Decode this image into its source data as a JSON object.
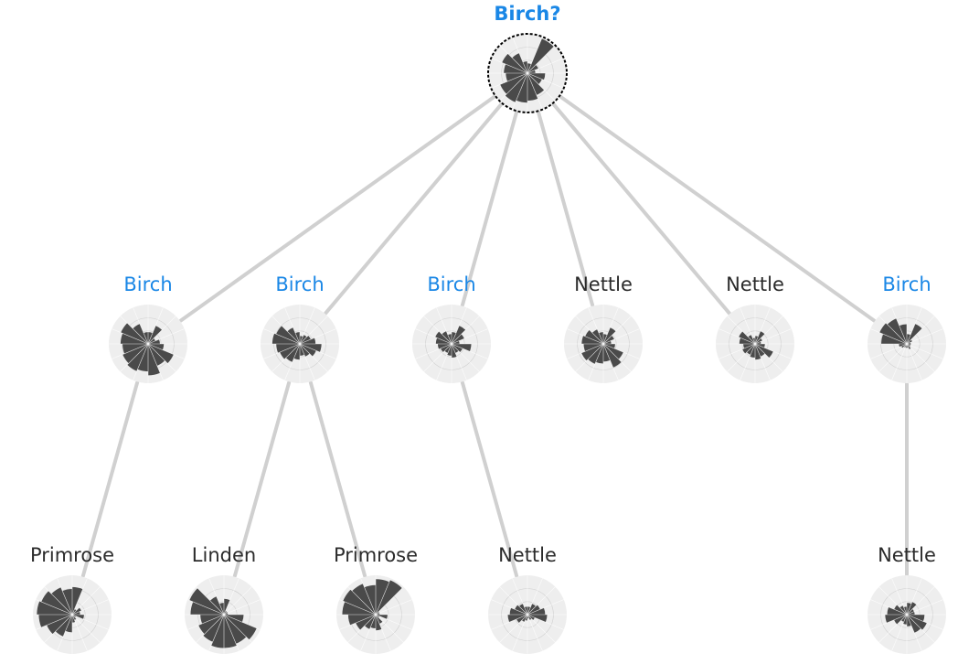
{
  "colors": {
    "edge": "#d0d0d0",
    "wedge": "#4a4a4a",
    "disc_bg": "#eeeeee",
    "spoke": "#ffffff",
    "ring": "#cfcfcf",
    "highlight_label": "#1a87e6",
    "default_label": "#2b2b2b",
    "selection_outline": "#000000"
  },
  "nodes": [
    {
      "id": "root",
      "label": "Birch?",
      "highlight": true,
      "selected": true,
      "wedges": [
        0.25,
        0.95,
        0.3,
        0.2,
        0.45,
        0.4,
        0.6,
        0.7,
        0.75,
        0.8,
        0.75,
        0.55,
        0.6,
        0.7,
        0.55,
        0.3
      ]
    },
    {
      "id": "l1-1",
      "label": "Birch",
      "highlight": true,
      "wedges": [
        0.3,
        0.5,
        0.2,
        0.3,
        0.4,
        0.7,
        0.6,
        0.8,
        0.7,
        0.75,
        0.7,
        0.65,
        0.7,
        0.75,
        0.55,
        0.3
      ]
    },
    {
      "id": "l1-2",
      "label": "Birch",
      "highlight": true,
      "wedges": [
        0.2,
        0.25,
        0.3,
        0.4,
        0.55,
        0.45,
        0.35,
        0.3,
        0.4,
        0.5,
        0.55,
        0.6,
        0.7,
        0.65,
        0.45,
        0.3
      ]
    },
    {
      "id": "l1-3",
      "label": "Birch",
      "highlight": true,
      "wedges": [
        0.3,
        0.5,
        0.35,
        0.2,
        0.5,
        0.3,
        0.25,
        0.35,
        0.3,
        0.25,
        0.3,
        0.35,
        0.4,
        0.45,
        0.35,
        0.25
      ]
    },
    {
      "id": "l1-4",
      "label": "Nettle",
      "highlight": false,
      "wedges": [
        0.25,
        0.45,
        0.3,
        0.2,
        0.3,
        0.55,
        0.65,
        0.45,
        0.5,
        0.55,
        0.6,
        0.5,
        0.55,
        0.5,
        0.4,
        0.3
      ]
    },
    {
      "id": "l1-5",
      "label": "Nettle",
      "highlight": false,
      "wedges": [
        0.2,
        0.35,
        0.2,
        0.15,
        0.25,
        0.5,
        0.35,
        0.4,
        0.35,
        0.3,
        0.35,
        0.3,
        0.4,
        0.45,
        0.25,
        0.15
      ]
    },
    {
      "id": "l1-6",
      "label": "Birch",
      "highlight": true,
      "wedges": [
        0.25,
        0.55,
        0.15,
        0.1,
        0.1,
        0.1,
        0.15,
        0.1,
        0.1,
        0.1,
        0.15,
        0.2,
        0.65,
        0.75,
        0.7,
        0.5
      ]
    },
    {
      "id": "l2-1",
      "label": "Primrose",
      "highlight": false,
      "wedges": [
        0.7,
        0.15,
        0.25,
        0.2,
        0.3,
        0.1,
        0.15,
        0.2,
        0.45,
        0.6,
        0.7,
        0.85,
        0.9,
        0.85,
        0.75,
        0.65
      ]
    },
    {
      "id": "l2-2",
      "label": "Linden",
      "highlight": false,
      "wedges": [
        0.4,
        0.1,
        0.1,
        0.1,
        0.5,
        0.9,
        0.8,
        0.85,
        0.85,
        0.75,
        0.7,
        0.6,
        0.85,
        0.95,
        0.5,
        0.3
      ]
    },
    {
      "id": "l2-3",
      "label": "Primrose",
      "highlight": false,
      "wedges": [
        0.9,
        0.95,
        0.1,
        0.1,
        0.3,
        0.1,
        0.25,
        0.4,
        0.35,
        0.4,
        0.55,
        0.7,
        0.85,
        0.9,
        0.85,
        0.75
      ]
    },
    {
      "id": "l2-4",
      "label": "Nettle",
      "highlight": false,
      "wedges": [
        0.2,
        0.3,
        0.35,
        0.45,
        0.5,
        0.2,
        0.15,
        0.1,
        0.15,
        0.2,
        0.3,
        0.5,
        0.45,
        0.35,
        0.3,
        0.2
      ]
    },
    {
      "id": "l2-5",
      "label": "Nettle",
      "highlight": false,
      "wedges": [
        0.3,
        0.35,
        0.2,
        0.2,
        0.45,
        0.55,
        0.5,
        0.3,
        0.25,
        0.2,
        0.35,
        0.55,
        0.5,
        0.35,
        0.25,
        0.2
      ]
    }
  ],
  "edges": [
    [
      "root",
      "l1-1"
    ],
    [
      "root",
      "l1-2"
    ],
    [
      "root",
      "l1-3"
    ],
    [
      "root",
      "l1-4"
    ],
    [
      "root",
      "l1-5"
    ],
    [
      "root",
      "l1-6"
    ],
    [
      "l1-1",
      "l2-1"
    ],
    [
      "l1-2",
      "l2-2"
    ],
    [
      "l1-2",
      "l2-3"
    ],
    [
      "l1-3",
      "l2-4"
    ],
    [
      "l1-6",
      "l2-5"
    ]
  ]
}
